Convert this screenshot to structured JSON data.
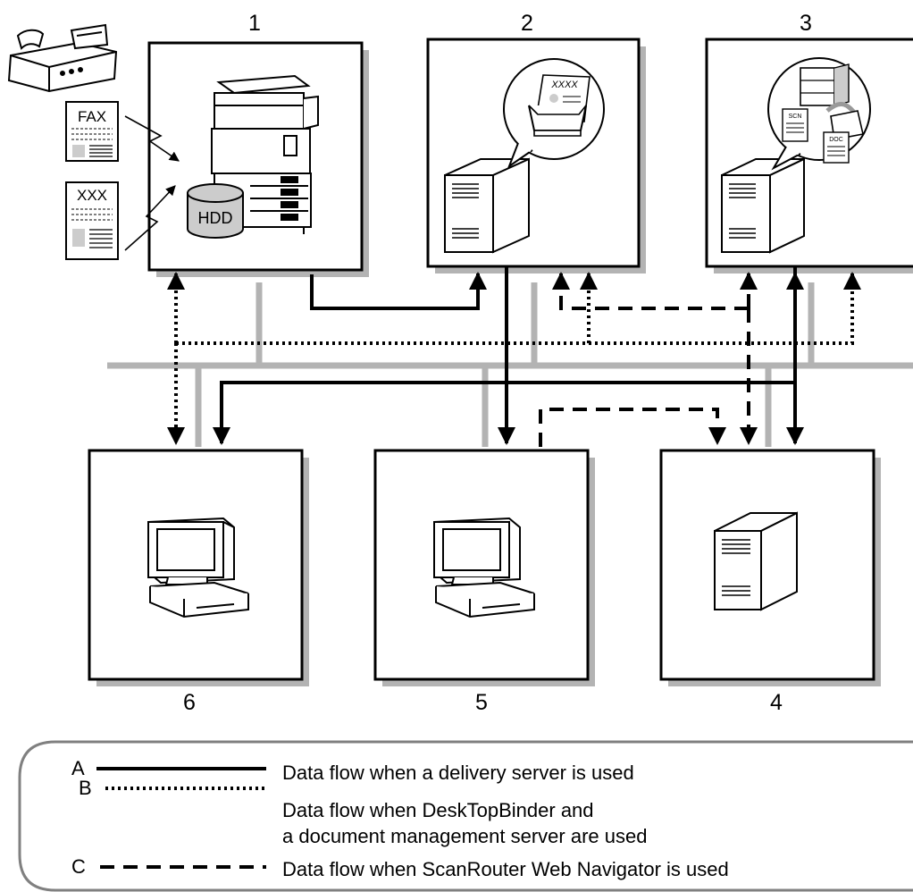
{
  "nodes": [
    {
      "id": "1",
      "label": "1",
      "kind": "multifunction-printer"
    },
    {
      "id": "2",
      "label": "2",
      "kind": "delivery-server"
    },
    {
      "id": "3",
      "label": "3",
      "kind": "document-management-server"
    },
    {
      "id": "4",
      "label": "4",
      "kind": "server"
    },
    {
      "id": "5",
      "label": "5",
      "kind": "client-computer"
    },
    {
      "id": "6",
      "label": "6",
      "kind": "client-computer"
    }
  ],
  "inputs": {
    "fax_doc": "FAX",
    "paper_doc": "XXX",
    "hdd": "HDD",
    "paper_out": "XXXX",
    "scn": "SCN",
    "doc": "DOC"
  },
  "legend": [
    {
      "key": "A",
      "line": "solid",
      "text": [
        "Data flow when a delivery server is used"
      ]
    },
    {
      "key": "B",
      "line": "dotted",
      "text": [
        "Data flow when DeskTopBinder and",
        "a document management server are used"
      ]
    },
    {
      "key": "C",
      "line": "dashed",
      "text": [
        "Data flow when ScanRouter Web Navigator is used"
      ]
    }
  ],
  "colors": {
    "line": "#000000",
    "network": "#b3b3b3",
    "shadow": "#b3b3b3",
    "fill_gray": "#cccccc"
  }
}
